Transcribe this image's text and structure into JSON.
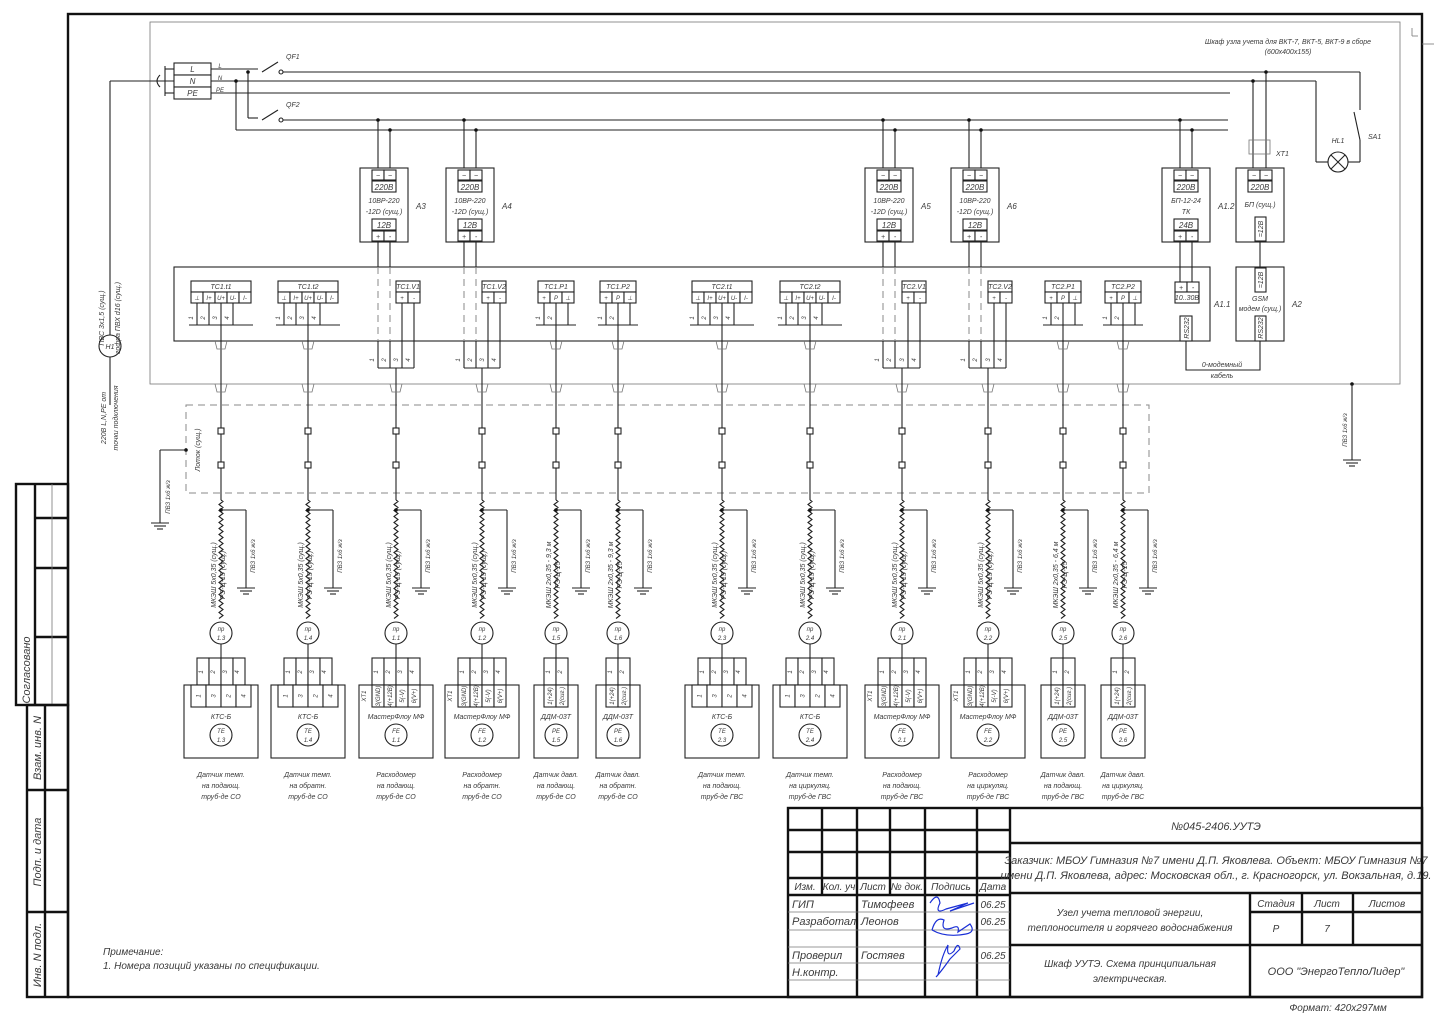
{
  "cabinet": {
    "title": "Шкаф узла учета для ВКТ-7, ВКТ-5, ВКТ-9 в сборе",
    "size": "(600х400х155)"
  },
  "power": {
    "input_terms": [
      "L",
      "N",
      "PE"
    ],
    "bus_labels": [
      "L",
      "N",
      "PE"
    ],
    "breakers": [
      "QF1",
      "QF2"
    ],
    "lamp": "HL1",
    "switch": "SA1",
    "connector": "XT1"
  },
  "input_cable": {
    "line1": "ПВС 3х1,5 (сущ.)",
    "line2": "гофра ПВХ d16 (сущ.)",
    "device": "H1",
    "source1": "220В L,N,PE от",
    "source2": "точки подключения"
  },
  "supplies": [
    {
      "id": "A3",
      "in": "220В",
      "name1": "10ВР-220",
      "name2": "-12D (сущ.)",
      "out": "12В",
      "in_terms": [
        "~",
        "~"
      ],
      "out_terms": [
        "+",
        "-"
      ]
    },
    {
      "id": "A4",
      "in": "220В",
      "name1": "10ВР-220",
      "name2": "-12D (сущ.)",
      "out": "12В",
      "in_terms": [
        "~",
        "~"
      ],
      "out_terms": [
        "+",
        "-"
      ]
    },
    {
      "id": "A5",
      "in": "220В",
      "name1": "10ВР-220",
      "name2": "-12D (сущ.)",
      "out": "12В",
      "in_terms": [
        "~",
        "~"
      ],
      "out_terms": [
        "+",
        "-"
      ]
    },
    {
      "id": "A6",
      "in": "220В",
      "name1": "10ВР-220",
      "name2": "-12D (сущ.)",
      "out": "12В",
      "in_terms": [
        "~",
        "~"
      ],
      "out_terms": [
        "+",
        "-"
      ]
    },
    {
      "id": "A1.2",
      "in": "220В",
      "name1": "БП-12-24",
      "name2": "ТК",
      "out": "24В",
      "in_terms": [
        "~",
        "~"
      ],
      "out_terms": [
        "+",
        "-"
      ]
    }
  ],
  "psu_existing": {
    "in": "220В",
    "name": "БП (сущ.)",
    "out": "=12В",
    "in_terms": [
      "~",
      "~"
    ]
  },
  "controller": {
    "id": "A1.1",
    "power": "10..30В",
    "power_terms": [
      "+",
      "-"
    ],
    "port": "RS232"
  },
  "modem": {
    "id": "A2",
    "power": "=12В",
    "name1": "GSM",
    "name2": "модем (сущ.)",
    "port": "RS232"
  },
  "null_modem": {
    "line1": "0-модемный",
    "line2": "кабель"
  },
  "tray": "Лоток (сущ.)",
  "ground_label": "ПВЗ 1х6 ж/з",
  "probe_label": "пр",
  "channels": [
    {
      "module": "TC1.t1",
      "type": "t",
      "terms": [
        "⊥",
        "I+",
        "U+",
        "U-",
        "I-"
      ],
      "wire_nums": [
        "1",
        "2",
        "3",
        "4"
      ],
      "cable": [
        "МКЭШ 5х0,35 (сущ.)",
        "РЭ-Ц-15 (сущ.)"
      ],
      "probe": "1.3",
      "conn": [
        "1",
        "2",
        "3",
        "4"
      ],
      "dev_terms": [
        "1",
        "3",
        "2",
        "4"
      ],
      "device": "КТС-Б",
      "sensor": "TE",
      "pos": "1.3",
      "desc": [
        "Датчик темп.",
        "на подающ.",
        "труб-де СО"
      ]
    },
    {
      "module": "TC1.t2",
      "type": "t",
      "terms": [
        "⊥",
        "I+",
        "U+",
        "U-",
        "I-"
      ],
      "wire_nums": [
        "1",
        "2",
        "3",
        "4"
      ],
      "cable": [
        "МКЭШ 5х0,35 (сущ.)",
        "РЭ-Ц-15 (сущ.)"
      ],
      "probe": "1.4",
      "conn": [
        "1",
        "2",
        "3",
        "4"
      ],
      "dev_terms": [
        "1",
        "3",
        "2",
        "4"
      ],
      "device": "КТС-Б",
      "sensor": "TE",
      "pos": "1.4",
      "desc": [
        "Датчик темп.",
        "на обратн.",
        "труб-де СО"
      ]
    },
    {
      "module": "TC1.V1",
      "type": "v",
      "terms": [
        "+",
        "-"
      ],
      "wire_nums": [
        "1",
        "2",
        "3",
        "4"
      ],
      "cable": [
        "МКЭШ 5х0,35 (сущ.)",
        "РЭ-Ц-15 (сущ.)"
      ],
      "probe": "1.1",
      "conn": [
        "1",
        "2",
        "3",
        "4"
      ],
      "dev_terms": [
        "3(GND)",
        "4(+12В)",
        "5(-V)",
        "6(V+)"
      ],
      "dev_conn": "XT1",
      "device": "МастерФлоу МФ",
      "sensor": "FE",
      "pos": "1.1",
      "desc": [
        "Расходомер",
        "на подающ.",
        "труб-де СО"
      ]
    },
    {
      "module": "TC1.V2",
      "type": "v",
      "terms": [
        "+",
        "-"
      ],
      "wire_nums": [
        "1",
        "2",
        "3",
        "4"
      ],
      "cable": [
        "МКЭШ 5х0,35 (сущ.)",
        "РЭ-Ц-15 (сущ.)"
      ],
      "probe": "1.2",
      "conn": [
        "1",
        "2",
        "3",
        "4"
      ],
      "dev_terms": [
        "3(GND)",
        "4(+12В)",
        "5(-V)",
        "6(V+)"
      ],
      "dev_conn": "XT1",
      "device": "МастерФлоу МФ",
      "sensor": "FE",
      "pos": "1.2",
      "desc": [
        "Расходомер",
        "на обратн.",
        "труб-де СО"
      ]
    },
    {
      "module": "TC1.P1",
      "type": "p",
      "terms": [
        "+",
        "P",
        "⊥"
      ],
      "wire_nums": [
        "1",
        "2"
      ],
      "cable": [
        "МКЭШ 2х0,35 - 9,3 м",
        "РЭ-Ц-15"
      ],
      "probe": "1.5",
      "conn": [
        "1",
        "2"
      ],
      "dev_terms": [
        "1(+24)",
        "2(сиг.)"
      ],
      "device": "ДДМ-03Т",
      "sensor": "PE",
      "pos": "1.5",
      "desc": [
        "Датчик давл.",
        "на подающ.",
        "труб-де СО"
      ]
    },
    {
      "module": "TC1.P2",
      "type": "p",
      "terms": [
        "+",
        "P",
        "⊥"
      ],
      "wire_nums": [
        "1",
        "2"
      ],
      "cable": [
        "МКЭШ 2х0,35 - 9,3 м",
        "РЭ-Ц-15"
      ],
      "probe": "1.6",
      "conn": [
        "1",
        "2"
      ],
      "dev_terms": [
        "1(+24)",
        "2(сиг.)"
      ],
      "device": "ДДМ-03Т",
      "sensor": "PE",
      "pos": "1.6",
      "desc": [
        "Датчик давл.",
        "на обратн.",
        "труб-де СО"
      ]
    },
    {
      "module": "TC2.t1",
      "type": "t",
      "terms": [
        "⊥",
        "I+",
        "U+",
        "U-",
        "I-"
      ],
      "wire_nums": [
        "1",
        "2",
        "3",
        "4"
      ],
      "cable": [
        "МКЭШ 5х0,35 (сущ.)",
        "РЭ-Ц-15 (сущ.)"
      ],
      "probe": "2.3",
      "conn": [
        "1",
        "2",
        "3",
        "4"
      ],
      "dev_terms": [
        "1",
        "3",
        "2",
        "4"
      ],
      "device": "КТС-Б",
      "sensor": "TE",
      "pos": "2.3",
      "desc": [
        "Датчик темп.",
        "на подающ.",
        "труб-де ГВС"
      ]
    },
    {
      "module": "TC2.t2",
      "type": "t",
      "terms": [
        "⊥",
        "I+",
        "U+",
        "U-",
        "I-"
      ],
      "wire_nums": [
        "1",
        "2",
        "3",
        "4"
      ],
      "cable": [
        "МКЭШ 5х0,35 (сущ.)",
        "РЭ-Ц-15 (сущ.)"
      ],
      "probe": "2.4",
      "conn": [
        "1",
        "2",
        "3",
        "4"
      ],
      "dev_terms": [
        "1",
        "3",
        "2",
        "4"
      ],
      "device": "КТС-Б",
      "sensor": "TE",
      "pos": "2.4",
      "desc": [
        "Датчик темп.",
        "на циркуляц.",
        "труб-де ГВС"
      ]
    },
    {
      "module": "TC2.V1",
      "type": "v",
      "terms": [
        "+",
        "-"
      ],
      "wire_nums": [
        "1",
        "2",
        "3",
        "4"
      ],
      "cable": [
        "МКЭШ 5х0,35 (сущ.)",
        "РЭ-Ц-15 (сущ.)"
      ],
      "probe": "2.1",
      "conn": [
        "1",
        "2",
        "3",
        "4"
      ],
      "dev_terms": [
        "3(GND)",
        "4(+12В)",
        "5(-V)",
        "6(V+)"
      ],
      "dev_conn": "XT1",
      "device": "МастерФлоу МФ",
      "sensor": "FE",
      "pos": "2.1",
      "desc": [
        "Расходомер",
        "на подающ.",
        "труб-де ГВС"
      ]
    },
    {
      "module": "TC2.V2",
      "type": "v",
      "terms": [
        "+",
        "-"
      ],
      "wire_nums": [
        "1",
        "2",
        "3",
        "4"
      ],
      "cable": [
        "МКЭШ 5х0,35 (сущ.)",
        "РЭ-Ц-15 (сущ.)"
      ],
      "probe": "2.2",
      "conn": [
        "1",
        "2",
        "3",
        "4"
      ],
      "dev_terms": [
        "3(GND)",
        "4(+12В)",
        "5(-V)",
        "6(V+)"
      ],
      "dev_conn": "XT1",
      "device": "МастерФлоу МФ",
      "sensor": "FE",
      "pos": "2.2",
      "desc": [
        "Расходомер",
        "на циркуляц.",
        "труб-де ГВС"
      ]
    },
    {
      "module": "TC2.P1",
      "type": "p",
      "terms": [
        "+",
        "P",
        "⊥"
      ],
      "wire_nums": [
        "1",
        "2"
      ],
      "cable": [
        "МКЭШ 2х0,35 - 6,4 м",
        "РЭ-Ц-15"
      ],
      "probe": "2.5",
      "conn": [
        "1",
        "2"
      ],
      "dev_terms": [
        "1(+24)",
        "2(сиг.)"
      ],
      "device": "ДДМ-03Т",
      "sensor": "PE",
      "pos": "2.5",
      "desc": [
        "Датчик давл.",
        "на подающ.",
        "труб-де ГВС"
      ]
    },
    {
      "module": "TC2.P2",
      "type": "p",
      "terms": [
        "+",
        "P",
        "⊥"
      ],
      "wire_nums": [
        "1",
        "2"
      ],
      "cable": [
        "МКЭШ 2х0,35 - 6,4 м",
        "РЭ-Ц-15"
      ],
      "probe": "2.6",
      "conn": [
        "1",
        "2"
      ],
      "dev_terms": [
        "1(+24)",
        "2(сиг.)"
      ],
      "device": "ДДМ-03Т",
      "sensor": "PE",
      "pos": "2.6",
      "desc": [
        "Датчик давл.",
        "на циркуляц.",
        "труб-де ГВС"
      ]
    }
  ],
  "notes": {
    "title": "Примечание:",
    "items": [
      "1. Номера позиций указаны по спецификации."
    ]
  },
  "side_stamp": {
    "agreed": "Согласовано",
    "replaced": "Взам. инв. N",
    "sign_date": "Подп. и дата",
    "inv": "Инв. N подл."
  },
  "title_block": {
    "doc_code": "№045-2406.УУТЭ",
    "customer_line1": "Заказчик: МБОУ Гимназия №7 имени Д.П. Яковлева. Объект: МБОУ Гимназия №7",
    "customer_line2": "имени Д.П. Яковлева, адрес: Московская обл., г. Красногорск, ул. Вокзальная, д.19.",
    "project_line1": "Узел учета тепловой энергии,",
    "project_line2": "теплоносителя и горячего водоснабжения",
    "sheet_line1": "Шкаф УУТЭ. Схема принципиальная",
    "sheet_line2": "электрическая.",
    "company": "ООО \"ЭнергоТеплоЛидер\"",
    "stage_label": "Стадия",
    "sheet_label": "Лист",
    "sheets_label": "Листов",
    "stage": "Р",
    "sheet": "7",
    "headers": [
      "Изм.",
      "Кол. уч",
      "Лист",
      "№ док.",
      "Подпись",
      "Дата"
    ],
    "rows": [
      {
        "role": "ГИП",
        "name": "Тимофеев",
        "date": "06.25"
      },
      {
        "role": "Разработал",
        "name": "Леонов",
        "date": "06.25"
      },
      {
        "role": "Проверил",
        "name": "Гостяев",
        "date": "06.25"
      },
      {
        "role": "Н.контр.",
        "name": "",
        "date": ""
      }
    ],
    "format": "Формат: 420х297мм"
  },
  "colors": {
    "line": "#222222",
    "signature": "#1a2fd6"
  }
}
